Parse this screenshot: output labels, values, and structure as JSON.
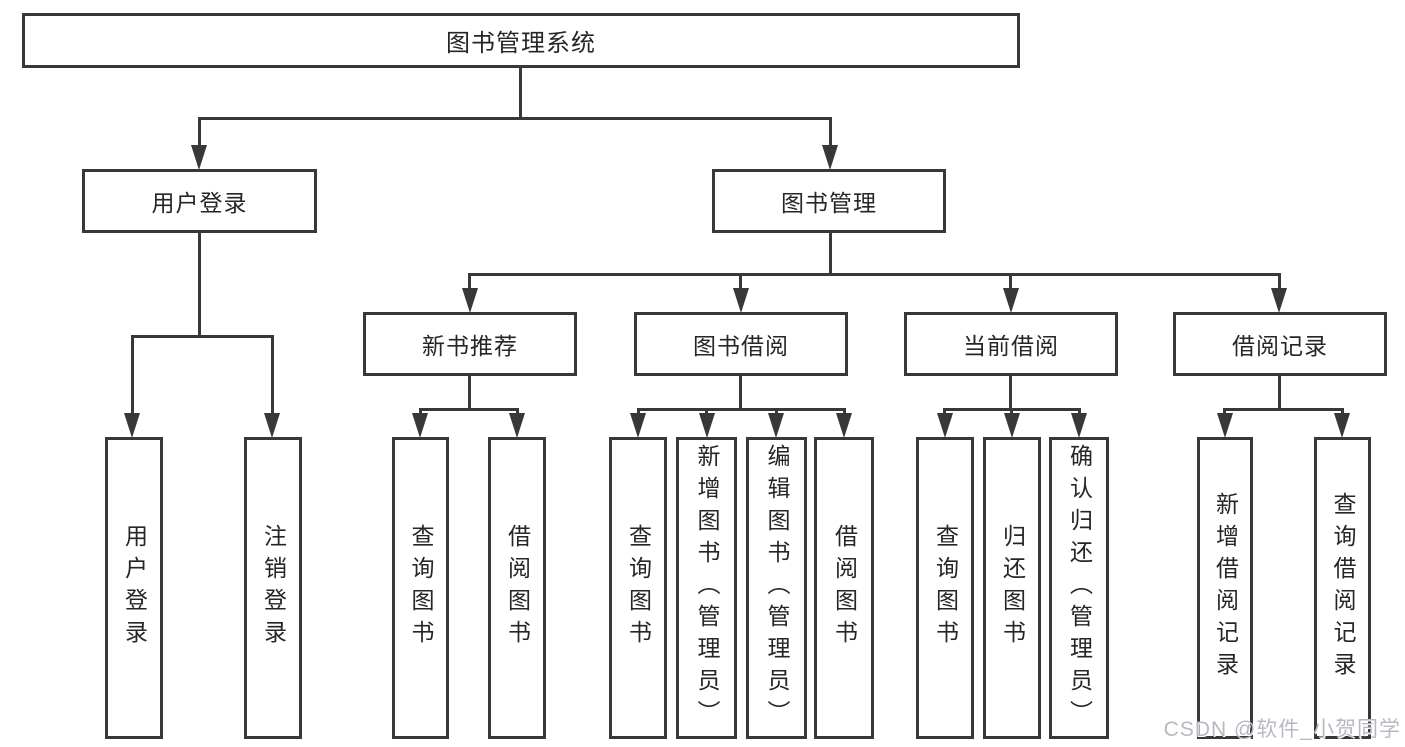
{
  "watermark": "CSDN @软件_小贺同学",
  "colors": {
    "line": "#383838",
    "box_border": "#383838",
    "box_background": "#ffffff",
    "text": "#262626",
    "watermark_text": "#b6bac0"
  },
  "root": {
    "label": "图书管理系统",
    "children": [
      {
        "label": "用户登录",
        "children": [
          {
            "label": "用户登录"
          },
          {
            "label": "注销登录"
          }
        ]
      },
      {
        "label": "图书管理",
        "children": [
          {
            "label": "新书推荐",
            "children": [
              {
                "label": "查询图书"
              },
              {
                "label": "借阅图书"
              }
            ]
          },
          {
            "label": "图书借阅",
            "children": [
              {
                "label": "查询图书"
              },
              {
                "label": "新增图书（管理员）"
              },
              {
                "label": "编辑图书（管理员）"
              },
              {
                "label": "借阅图书"
              }
            ]
          },
          {
            "label": "当前借阅",
            "children": [
              {
                "label": "查询图书"
              },
              {
                "label": "归还图书"
              },
              {
                "label": "确认归还（管理员）"
              }
            ]
          },
          {
            "label": "借阅记录",
            "children": [
              {
                "label": "新增借阅记录"
              },
              {
                "label": "查询借阅记录"
              }
            ]
          }
        ]
      }
    ]
  }
}
